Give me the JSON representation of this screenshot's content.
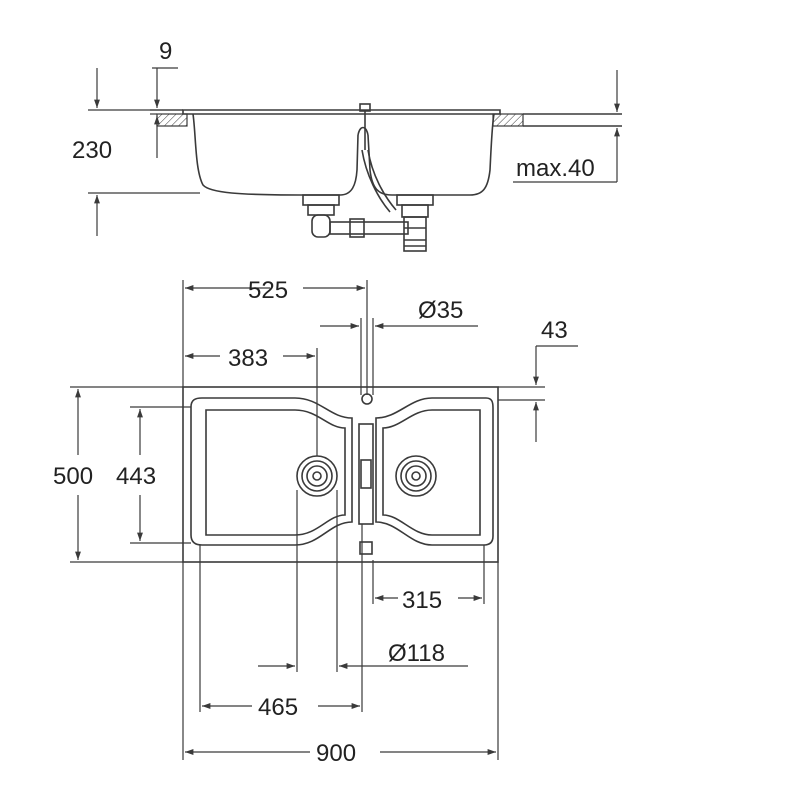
{
  "diagram": {
    "side_view": {
      "rim_thickness": "9",
      "height": "230",
      "max_countertop": "max.40"
    },
    "top_view": {
      "tap_to_left_edge": "525",
      "tap_hole_diameter": "Ø35",
      "tap_hole_from_back": "43",
      "left_waste_from_edge": "383",
      "overall_depth": "500",
      "bowl_depth": "443",
      "right_waste_offset": "315",
      "waste_diameter": "Ø118",
      "left_bowl_width": "465",
      "overall_width": "900"
    },
    "colors": {
      "line": "#3a3a3a",
      "text": "#222222",
      "background": "#ffffff"
    }
  }
}
